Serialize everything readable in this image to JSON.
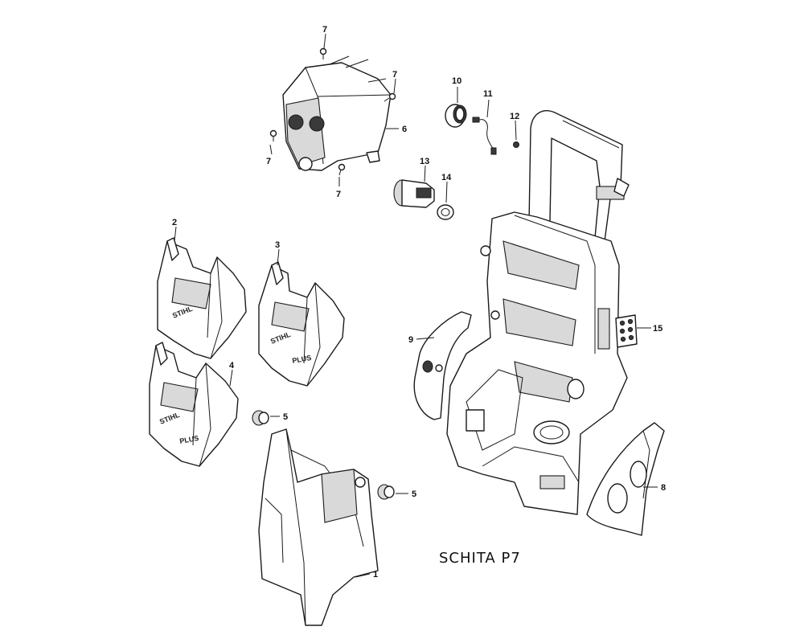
{
  "caption": "SCHITA P7",
  "callouts": {
    "c1": "1",
    "c2": "2",
    "c3": "3",
    "c4": "4",
    "c5a": "5",
    "c5b": "5",
    "c6": "6",
    "c7a": "7",
    "c7b": "7",
    "c7c": "7",
    "c7d": "7",
    "c8": "8",
    "c9": "9",
    "c10": "10",
    "c11": "11",
    "c12": "12",
    "c13": "13",
    "c14": "14",
    "c15": "15"
  },
  "brand_text": {
    "stihl": "STIHL",
    "plus": "PLUS"
  }
}
